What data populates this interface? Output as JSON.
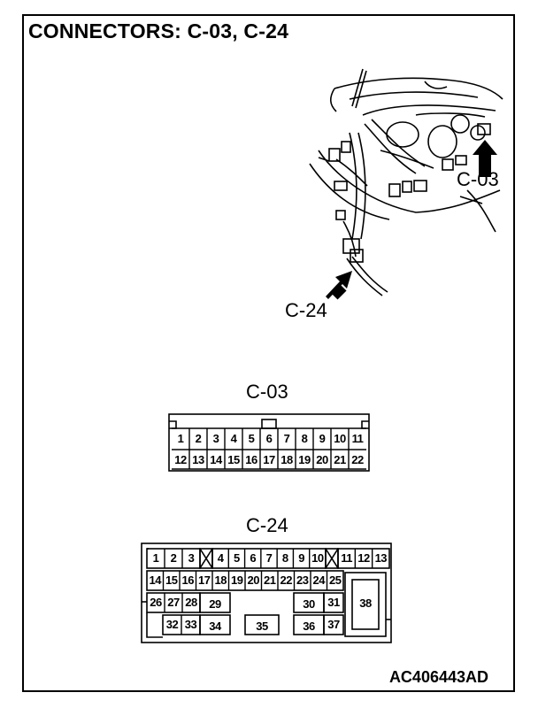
{
  "title": "CONNECTORS: C-03, C-24",
  "reference": "AC406443AD",
  "illustration": {
    "callout_c03": "C-03",
    "callout_c24": "C-24"
  },
  "connector_c03": {
    "label": "C-03",
    "row1": [
      "1",
      "2",
      "3",
      "4",
      "5",
      "6",
      "7",
      "8",
      "9",
      "10",
      "11"
    ],
    "row2": [
      "12",
      "13",
      "14",
      "15",
      "16",
      "17",
      "18",
      "19",
      "20",
      "21",
      "22"
    ]
  },
  "connector_c24": {
    "label": "C-24",
    "row1_left": [
      "1",
      "2",
      "3"
    ],
    "row1_mid": [
      "4",
      "5",
      "6",
      "7",
      "8",
      "9",
      "10"
    ],
    "row1_right": [
      "11",
      "12",
      "13"
    ],
    "row2": [
      "14",
      "15",
      "16",
      "17",
      "18",
      "19",
      "20",
      "21",
      "22",
      "23",
      "24",
      "25"
    ],
    "row3_left": [
      "26",
      "27",
      "28"
    ],
    "p29": "29",
    "p30": "30",
    "p31": "31",
    "p38": "38",
    "row4_left": [
      "32",
      "33"
    ],
    "p34": "34",
    "p35": "35",
    "p36": "36",
    "p37": "37"
  }
}
